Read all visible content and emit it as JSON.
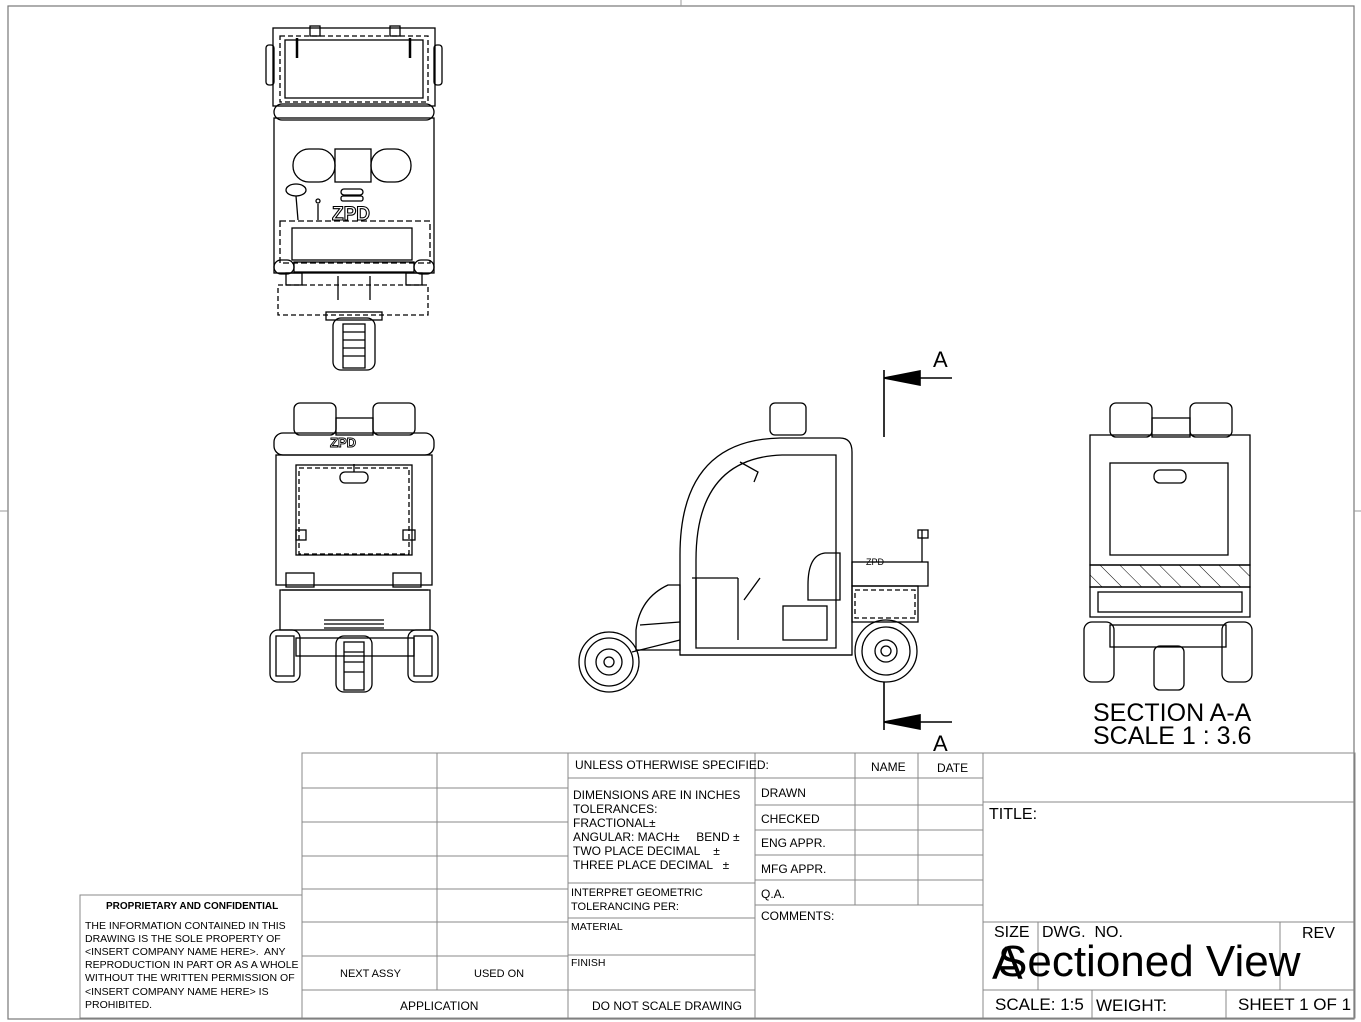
{
  "drawing": {
    "section_marker": "A",
    "section_label": "SECTION A-A",
    "section_scale": "SCALE 1 : 3.6",
    "logo_text": "ZPD"
  },
  "title_block": {
    "unless_specified": "UNLESS OTHERWISE SPECIFIED:",
    "name_header": "NAME",
    "date_header": "DATE",
    "approvals": [
      "DRAWN",
      "CHECKED",
      "ENG APPR.",
      "MFG APPR.",
      "Q.A."
    ],
    "comments_label": "COMMENTS:",
    "tolerance_lines": [
      "DIMENSIONS ARE IN INCHES",
      "TOLERANCES:",
      "FRACTIONAL±",
      "ANGULAR: MACH±     BEND ±",
      "TWO PLACE DECIMAL    ±",
      "THREE PLACE DECIMAL   ±"
    ],
    "interpret_lines": [
      "INTERPRET GEOMETRIC",
      "TOLERANCING PER:"
    ],
    "material_label": "MATERIAL",
    "finish_label": "FINISH",
    "next_assy": "NEXT ASSY",
    "used_on": "USED ON",
    "application": "APPLICATION",
    "do_not_scale": "DO NOT SCALE DRAWING",
    "title_label": "TITLE:",
    "size_label": "SIZE",
    "size_value": "A",
    "dwg_no_label": "DWG.  NO.",
    "dwg_no_value": "Sectioned View",
    "rev_label": "REV",
    "scale_text": "SCALE: 1:5",
    "weight_text": "WEIGHT:",
    "sheet_text": "SHEET 1 OF 1",
    "proprietary_title": "PROPRIETARY AND CONFIDENTIAL",
    "proprietary_lines": [
      "THE INFORMATION CONTAINED IN THIS",
      "DRAWING IS THE SOLE PROPERTY OF",
      "<INSERT COMPANY NAME HERE>.  ANY",
      "REPRODUCTION IN PART OR AS A WHOLE",
      "WITHOUT THE WRITTEN PERMISSION OF",
      "<INSERT COMPANY NAME HERE> IS",
      "PROHIBITED."
    ]
  }
}
